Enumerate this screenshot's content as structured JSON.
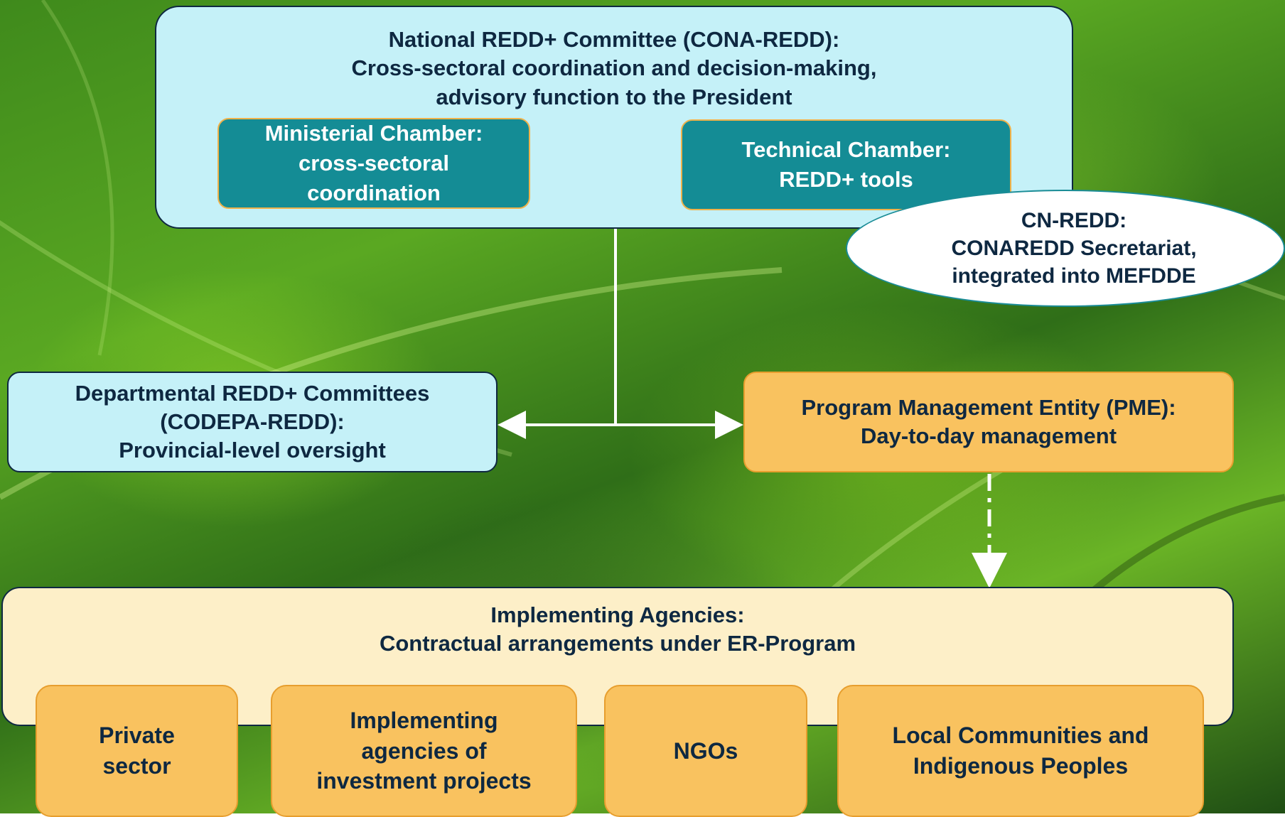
{
  "cona": {
    "title": "National REDD+ Committee (CONA-REDD):\nCross-sectoral coordination and decision-making,\nadvisory function to the President"
  },
  "ministerial_chamber": "Ministerial Chamber:\ncross-sectoral\ncoordination",
  "technical_chamber": "Technical Chamber:\nREDD+ tools",
  "cn_redd": "CN-REDD:\nCONAREDD Secretariat,\nintegrated into MEFDDE",
  "codepa": "Departmental REDD+ Committees\n(CODEPA-REDD):\nProvincial-level oversight",
  "pme": "Program Management Entity (PME):\nDay-to-day management",
  "implementing_agencies": {
    "title": "Implementing Agencies:\nContractual arrangements under ER-Program",
    "members": [
      "Private\nsector",
      "Implementing\nagencies of\ninvestment projects",
      "NGOs",
      "Local Communities and\nIndigenous Peoples"
    ]
  },
  "colors": {
    "navy_text": "#0e2841",
    "light_cyan": "#c5f1f8",
    "teal": "#148c95",
    "orange": "#f9c25f",
    "cream": "#fdefc8"
  }
}
